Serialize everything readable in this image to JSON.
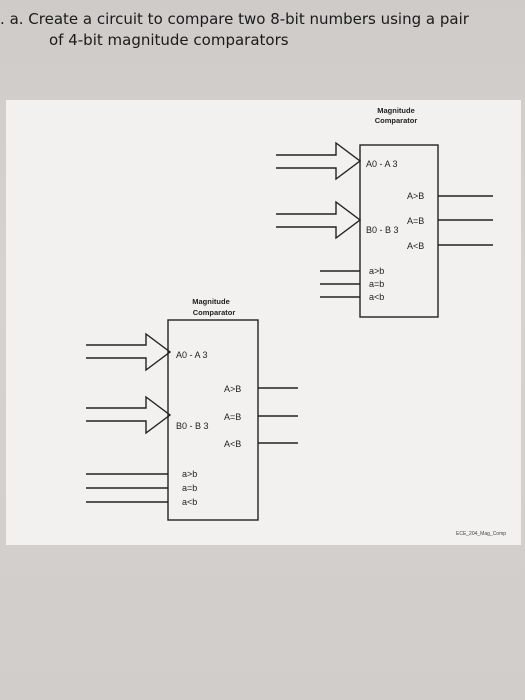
{
  "question": {
    "number_fragment": ".",
    "line1": "a. Create a circuit to compare two 8-bit numbers using a pair",
    "line2": "of 4-bit magnitude comparators"
  },
  "comparator_top": {
    "title_line1": "Magnitude",
    "title_line2": "Comparator",
    "input_a": "A0 - A 3",
    "input_b": "B0 - B 3",
    "out_gt": "A>B",
    "out_eq": "A=B",
    "out_lt": "A<B",
    "casc_gt": "a>b",
    "casc_eq": "a=b",
    "casc_lt": "a<b"
  },
  "comparator_bottom": {
    "title_line1": "Magnitude",
    "title_line2": "Comparator",
    "input_a": "A0 - A 3",
    "input_b": "B0 - B 3",
    "out_gt": "A>B",
    "out_eq": "A=B",
    "out_lt": "A<B",
    "casc_gt": "a>b",
    "casc_eq": "a=b",
    "casc_lt": "a<b"
  },
  "footer": {
    "ref": "ECE_204_Mag_Comp"
  }
}
